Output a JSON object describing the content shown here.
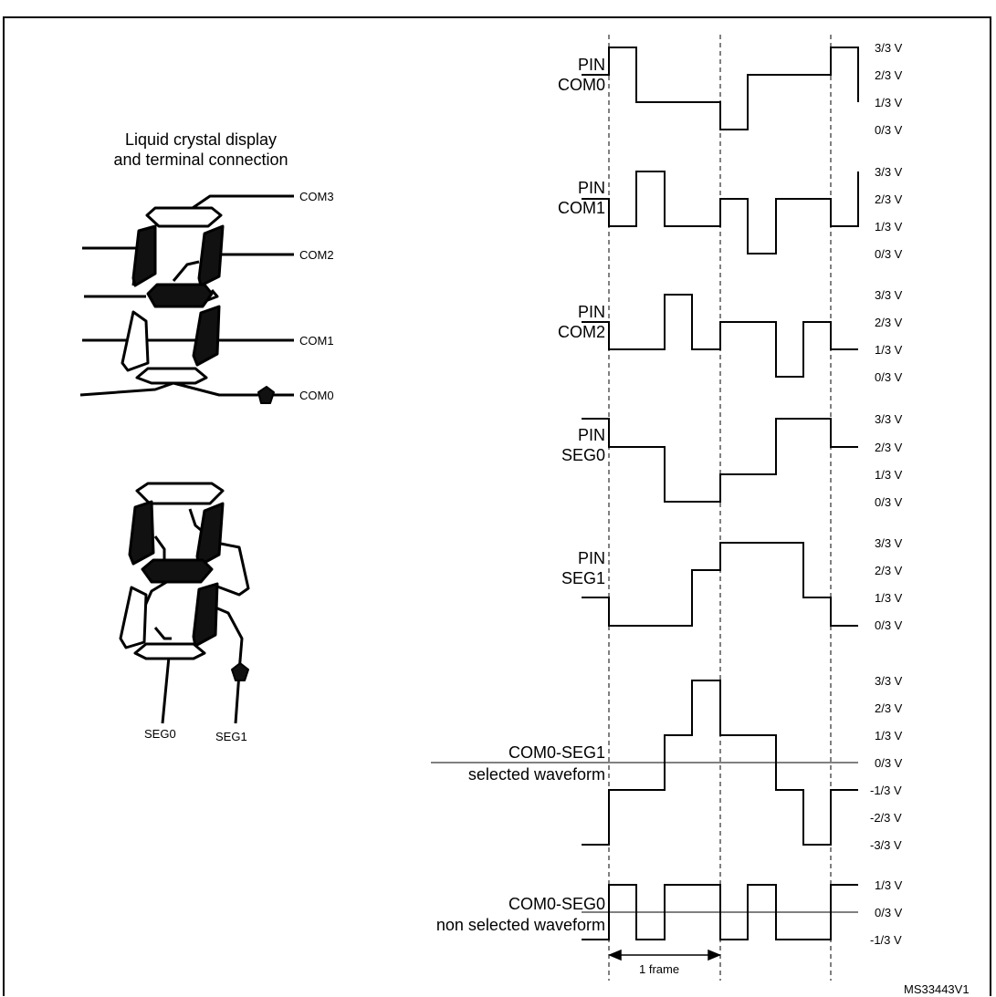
{
  "figure": {
    "title": "",
    "figure_id": "MS33443V1"
  },
  "lcd_panel": {
    "title_line1": "Liquid crystal display",
    "title_line2": "and terminal connection",
    "com_terminals": [
      "COM3",
      "COM2",
      "COM1",
      "COM0"
    ],
    "seg_terminals": [
      "SEG0",
      "SEG1"
    ]
  },
  "waveforms": {
    "frame_label": "1 frame",
    "pins": [
      {
        "line1": "PIN",
        "line2": "COM0",
        "levels": [
          "3/3 V",
          "2/3 V",
          "1/3 V",
          "0/3 V"
        ]
      },
      {
        "line1": "PIN",
        "line2": "COM1",
        "levels": [
          "3/3 V",
          "2/3 V",
          "1/3 V",
          "0/3 V"
        ]
      },
      {
        "line1": "PIN",
        "line2": "COM2",
        "levels": [
          "3/3 V",
          "2/3 V",
          "1/3 V",
          "0/3 V"
        ]
      },
      {
        "line1": "PIN",
        "line2": "SEG0",
        "levels": [
          "3/3 V",
          "2/3 V",
          "1/3 V",
          "0/3 V"
        ]
      },
      {
        "line1": "PIN",
        "line2": "SEG1",
        "levels": [
          "3/3 V",
          "2/3 V",
          "1/3 V",
          "0/3 V"
        ]
      }
    ],
    "diff_selected": {
      "line1": "COM0-SEG1",
      "line2": "selected waveform",
      "levels": [
        "3/3 V",
        "2/3 V",
        "1/3 V",
        "0/3 V",
        "-1/3 V",
        "-2/3 V",
        "-3/3 V"
      ]
    },
    "diff_nonselected": {
      "line1": "COM0-SEG0",
      "line2": "non selected waveform",
      "levels": [
        "1/3 V",
        "0/3 V",
        "-1/3 V"
      ]
    }
  }
}
